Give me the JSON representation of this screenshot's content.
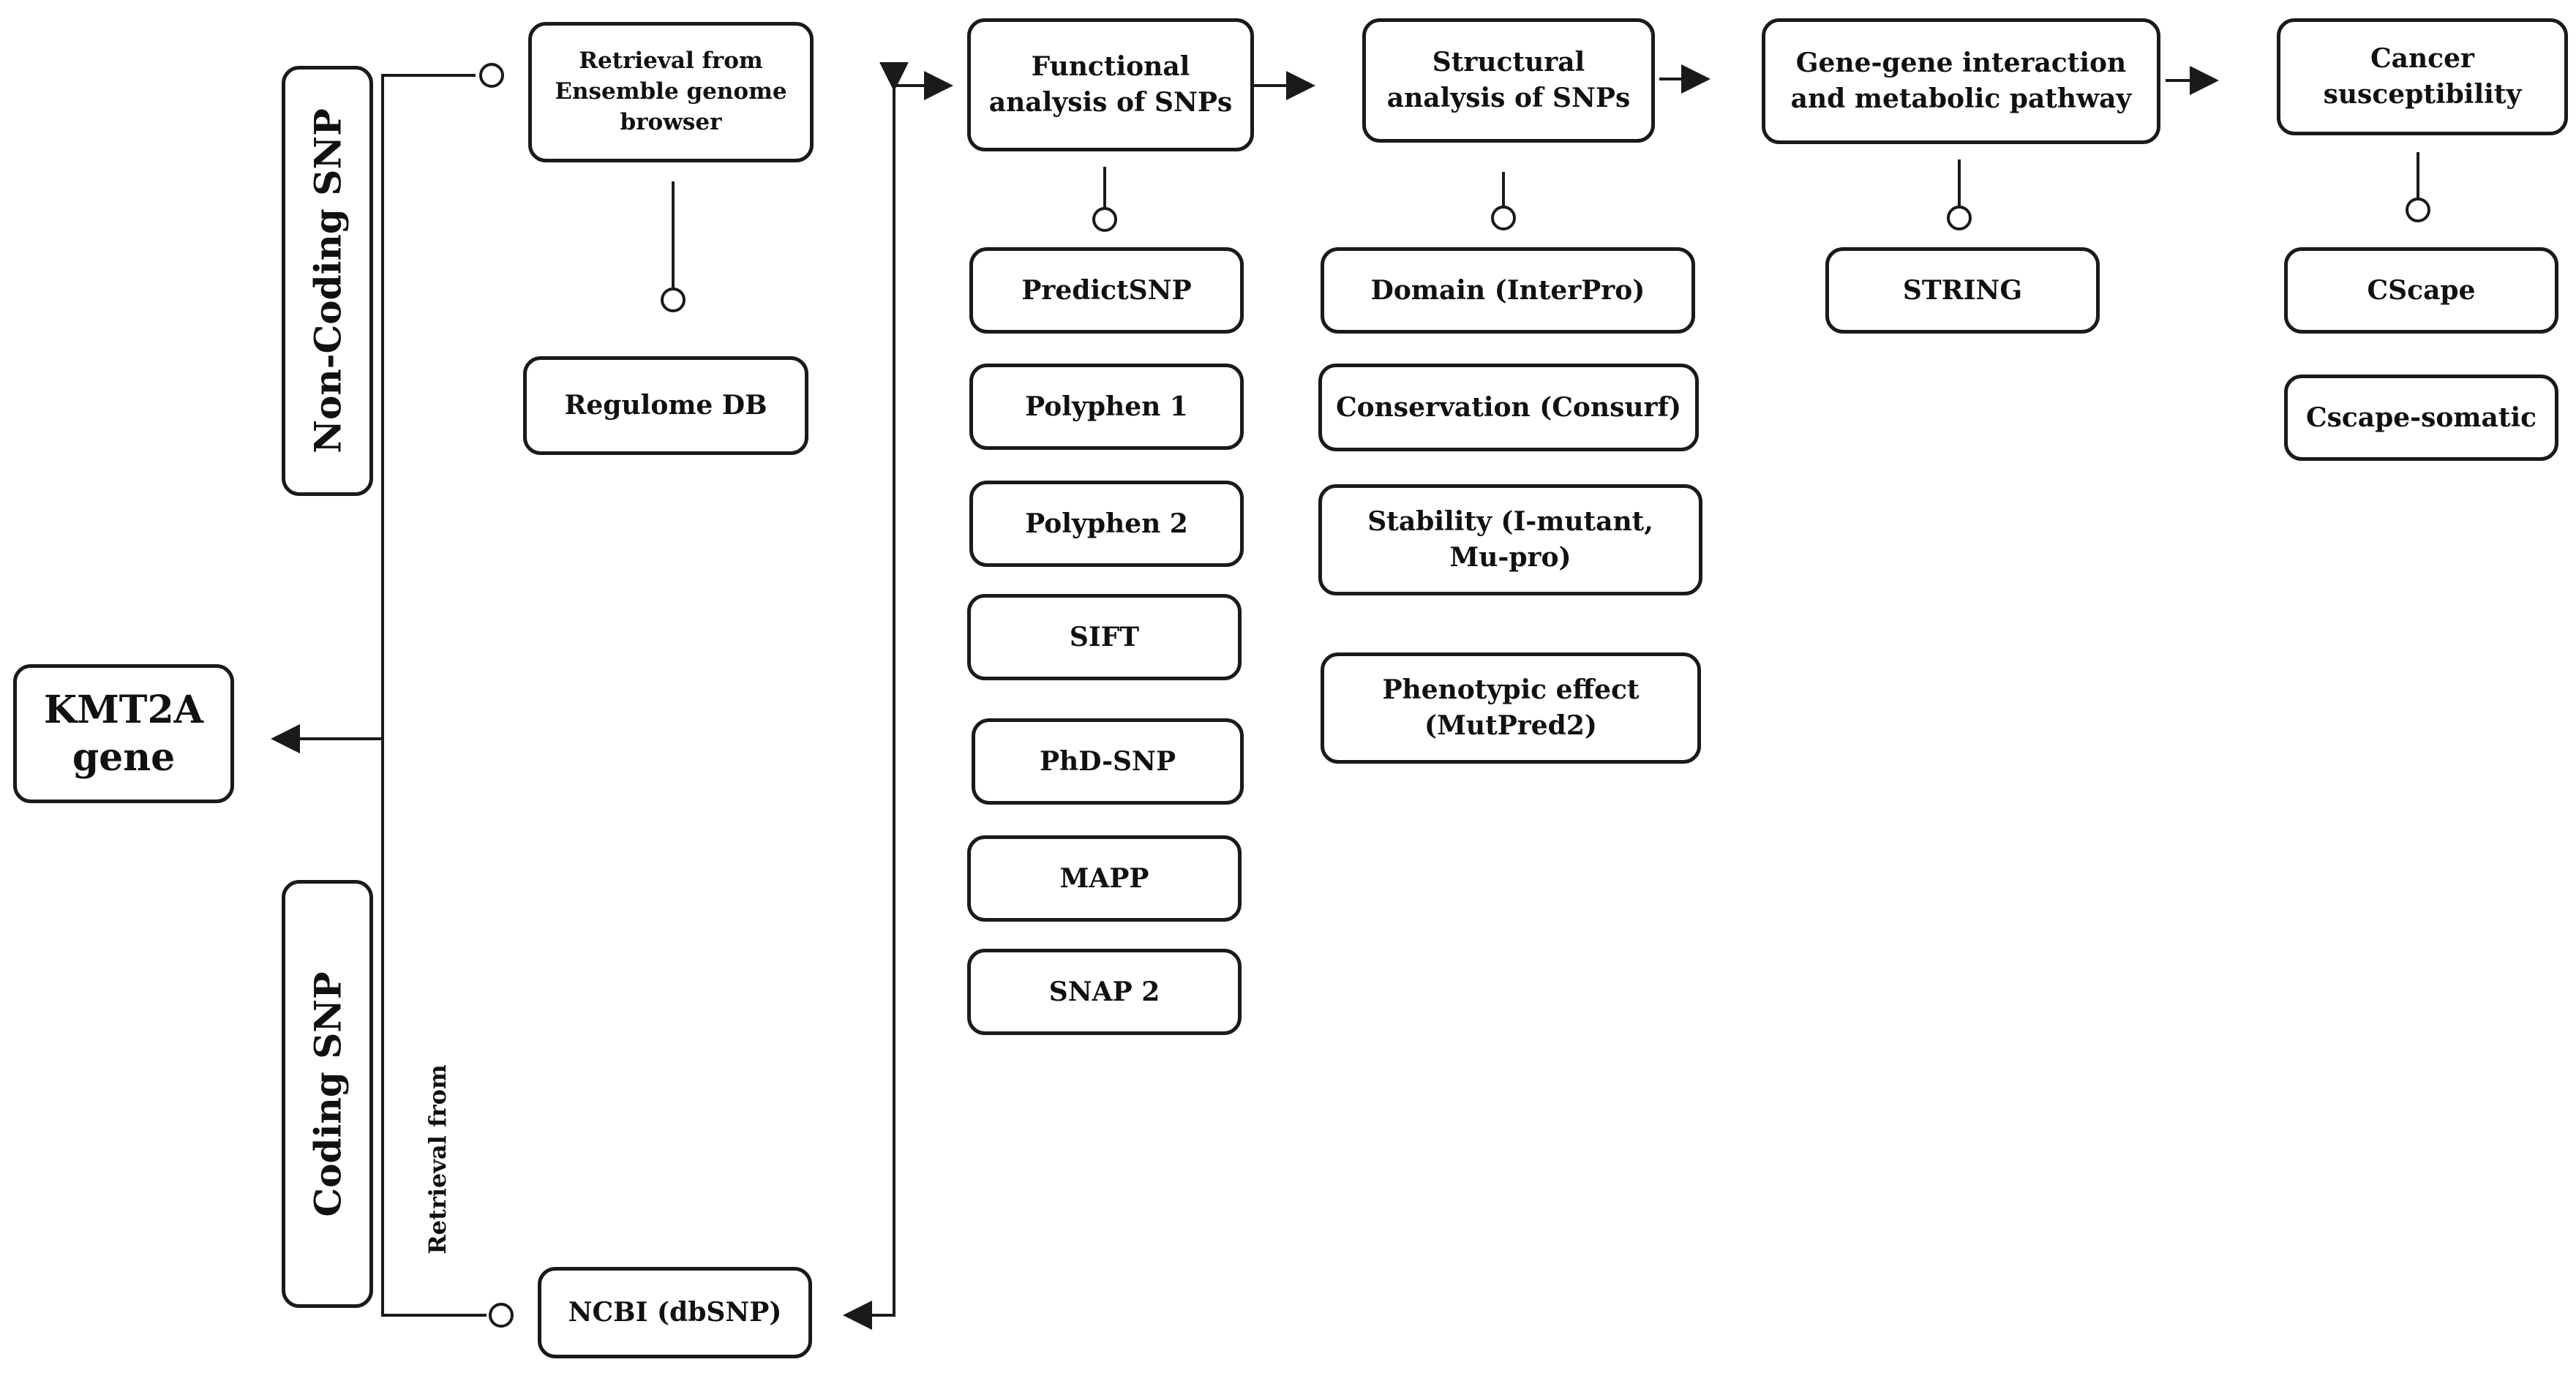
{
  "gene": {
    "label": "KMT2A\ngene"
  },
  "sections": {
    "non_coding": "Non-Coding SNP",
    "coding": "Coding SNP",
    "retrieval_from": "Retrieval from"
  },
  "sources": {
    "ensembl": "Retrieval from\nEnsemble genome\nbrowser",
    "regulomedb": "Regulome DB",
    "ncbi": "NCBI (dbSNP)"
  },
  "functional": {
    "header": "Functional\nanalysis of SNPs",
    "tools": [
      "PredictSNP",
      "Polyphen 1",
      "Polyphen 2",
      "SIFT",
      "PhD-SNP",
      "MAPP",
      "SNAP 2"
    ]
  },
  "structural": {
    "header": "Structural\nanalysis of SNPs",
    "tools": [
      "Domain (InterPro)",
      "Conservation (Consurf)",
      "Stability (I-mutant,\nMu-pro)",
      "Phenotypic effect\n(MutPred2)"
    ]
  },
  "interaction": {
    "header": "Gene-gene  interaction\nand metabolic pathway",
    "tools": [
      "STRING"
    ]
  },
  "cancer": {
    "header": "Cancer\nsusceptibility",
    "tools": [
      "CScape",
      "Cscape-somatic"
    ]
  },
  "colors": {
    "stroke": "#1a1a1a",
    "background": "#ffffff",
    "text": "#111111"
  }
}
